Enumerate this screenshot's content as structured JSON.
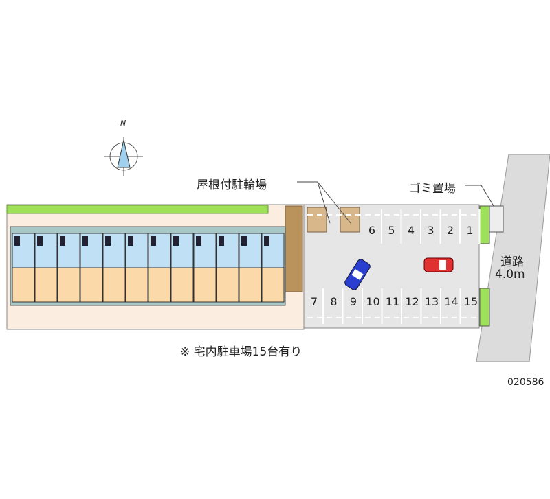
{
  "compass": {
    "north_label": "N"
  },
  "labels": {
    "bicycle_parking": "屋根付駐輪場",
    "garbage": "ゴミ置場",
    "road_name": "道路",
    "road_width": "4.0m",
    "note": "※ 宅内駐車場15台有り",
    "code": "020586"
  },
  "parking": {
    "top_row": [
      "6",
      "5",
      "4",
      "3",
      "2",
      "1"
    ],
    "bottom_row": [
      "7",
      "8",
      "9",
      "10",
      "11",
      "12",
      "13",
      "14",
      "15"
    ]
  },
  "building": {
    "unit_count": 12
  },
  "colors": {
    "lot": "#e6e6e6",
    "land": "#fbeee0",
    "green": "#9ee05a",
    "road": "#dcdcdc",
    "car_red": "#e03030",
    "car_blue": "#2a3fd0",
    "unit_upper": "#bfe0f5",
    "unit_lower": "#fcd9a8"
  }
}
